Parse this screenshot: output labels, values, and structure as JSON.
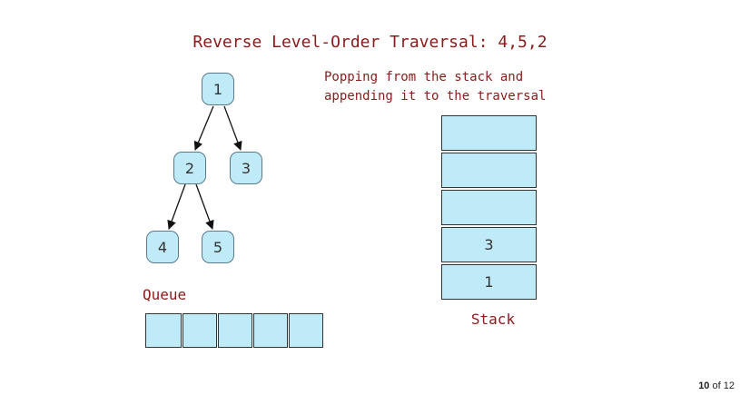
{
  "title": "Reverse Level-Order Traversal: 4,5,2",
  "description": {
    "line1": "Popping from the stack and",
    "line2": "appending it to the traversal"
  },
  "tree": {
    "nodes": [
      {
        "id": "n1",
        "label": "1"
      },
      {
        "id": "n2",
        "label": "2"
      },
      {
        "id": "n3",
        "label": "3"
      },
      {
        "id": "n4",
        "label": "4"
      },
      {
        "id": "n5",
        "label": "5"
      }
    ],
    "edges": [
      [
        "n1",
        "n2"
      ],
      [
        "n1",
        "n3"
      ],
      [
        "n2",
        "n4"
      ],
      [
        "n2",
        "n5"
      ]
    ]
  },
  "queue": {
    "label": "Queue",
    "cells": [
      "",
      "",
      "",
      "",
      ""
    ]
  },
  "stack": {
    "label": "Stack",
    "cells": [
      "",
      "",
      "",
      "3",
      "1"
    ]
  },
  "pager": {
    "current": "10",
    "separator": "of",
    "total": "12"
  }
}
